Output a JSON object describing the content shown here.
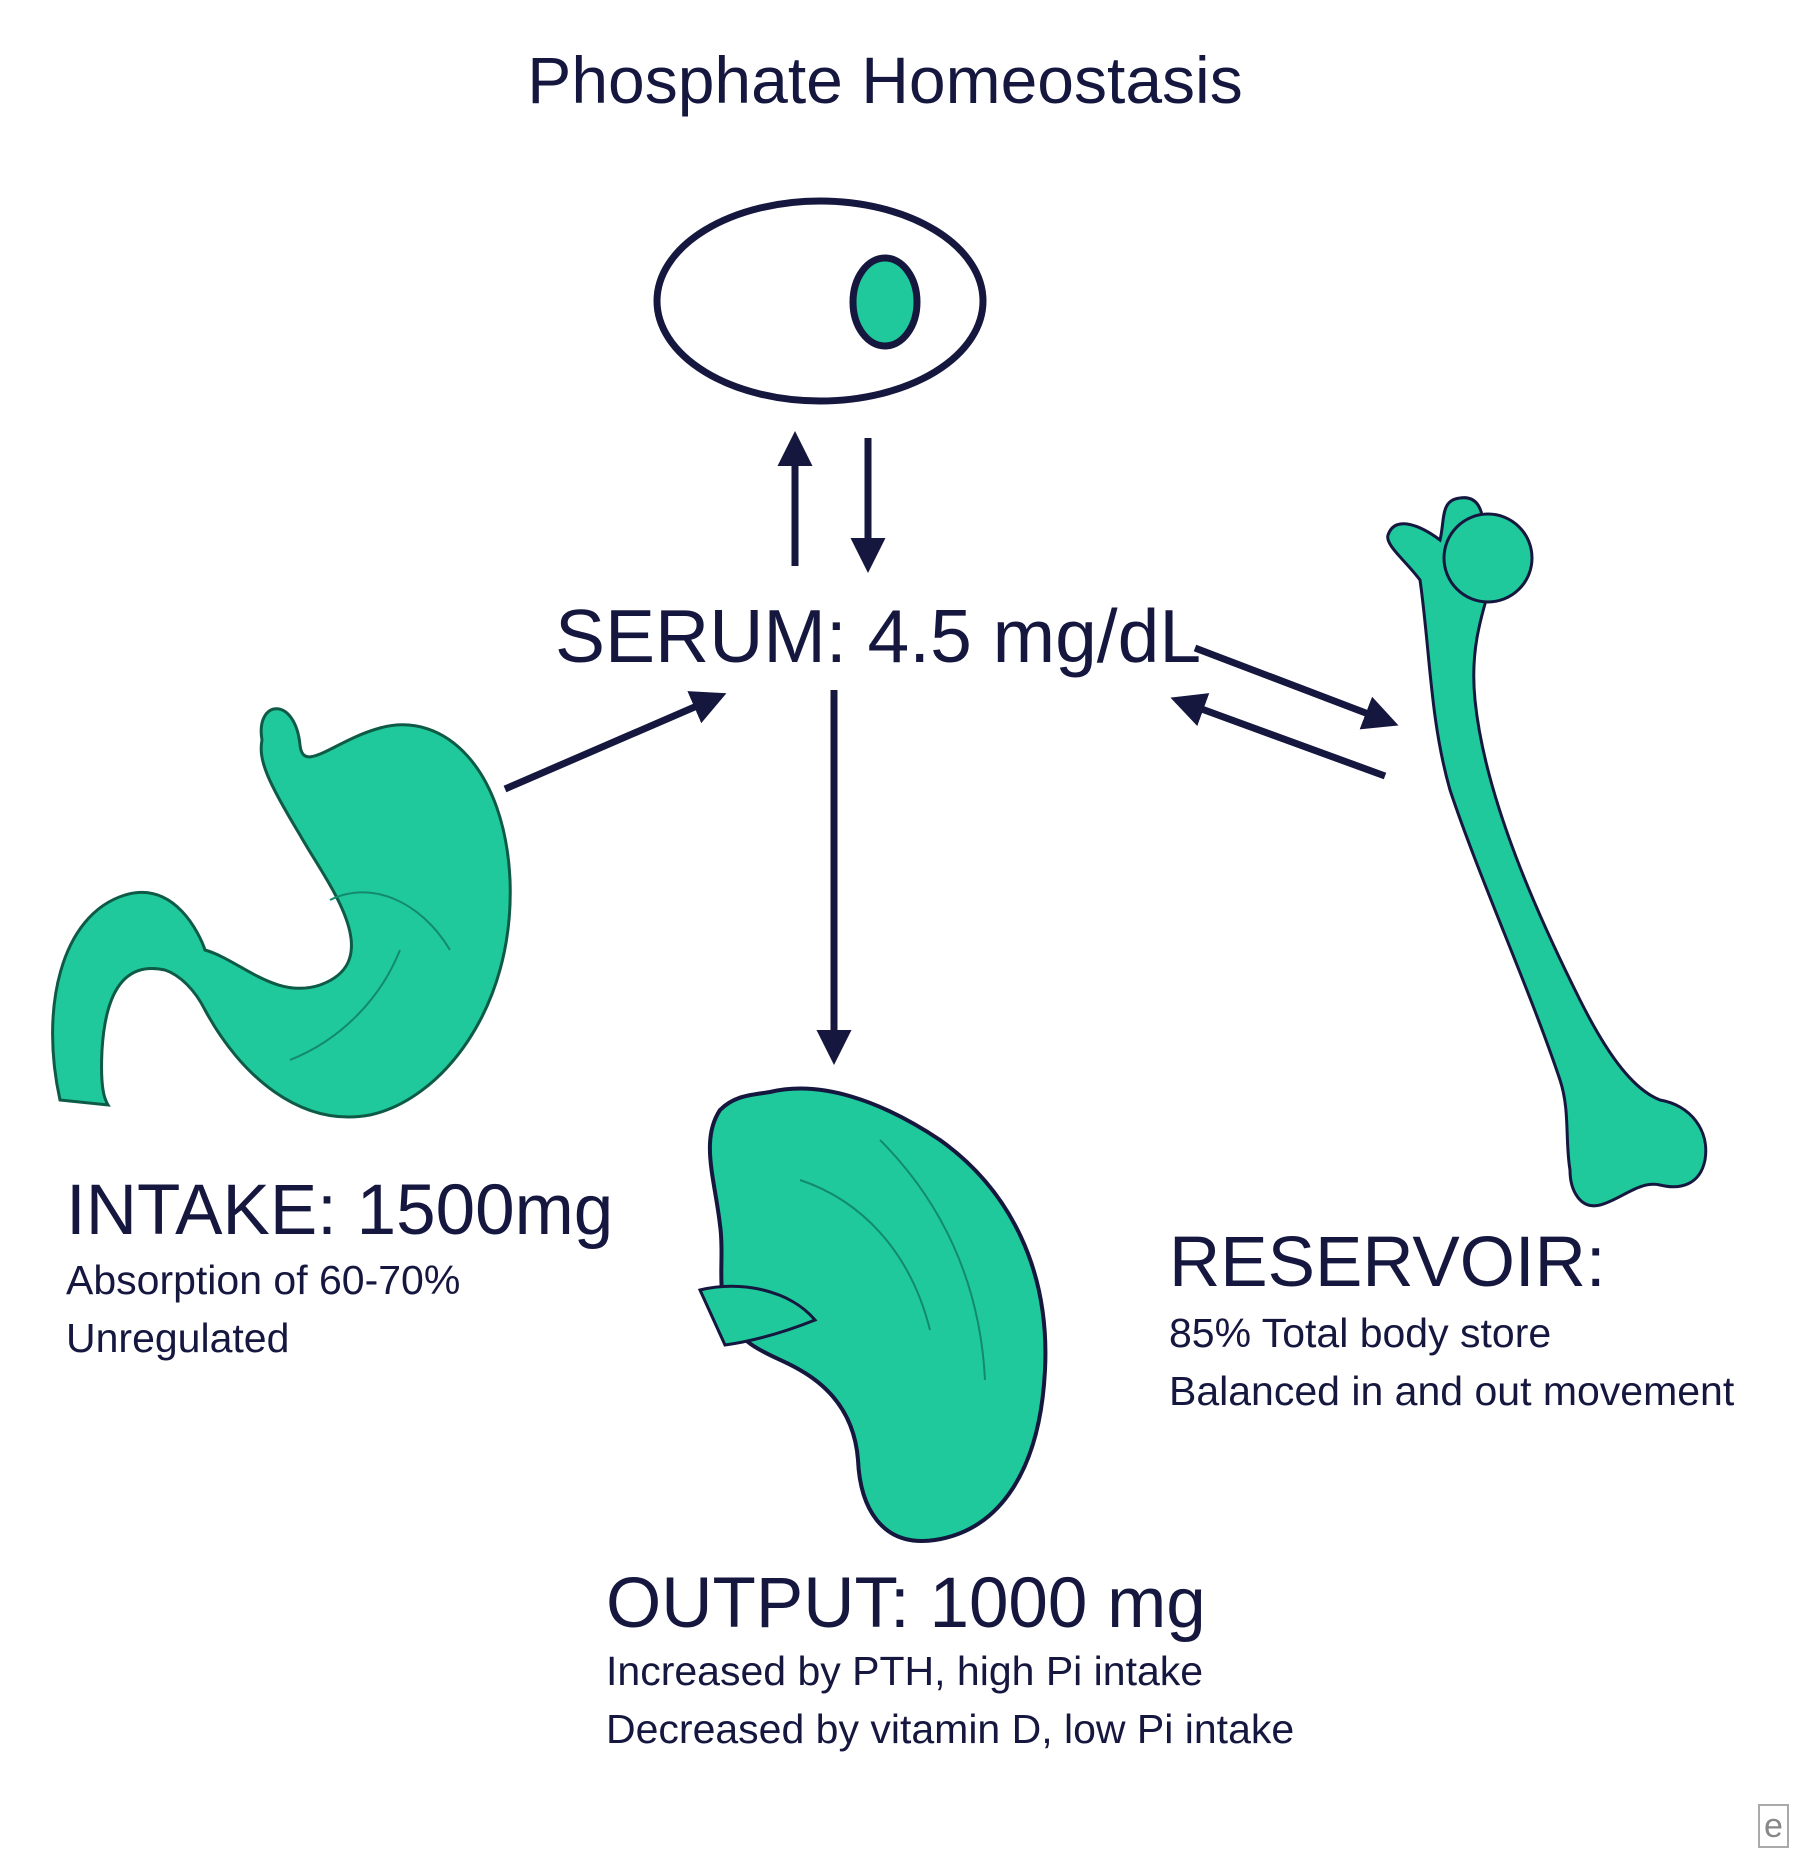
{
  "title": "Phosphate Homeostasis",
  "serum": {
    "label": "SERUM: 4.5 mg/dL"
  },
  "intake": {
    "title": "INTAKE: 1500mg",
    "lines": [
      "Absorption of 60-70%",
      "Unregulated"
    ]
  },
  "reservoir": {
    "title": "RESERVOIR:",
    "lines": [
      "85% Total body store",
      "Balanced in and out movement"
    ]
  },
  "output": {
    "title": "OUTPUT: 1000 mg",
    "lines": [
      "Increased by PTH, high Pi intake",
      "Decreased by vitamin D, low Pi intake"
    ]
  },
  "watermark": "e",
  "colors": {
    "organ": "#1fc99c",
    "ink": "#15173f",
    "background": "#ffffff"
  },
  "icons": [
    "cell-icon",
    "stomach-icon",
    "kidney-icon",
    "femur-bone-icon"
  ]
}
